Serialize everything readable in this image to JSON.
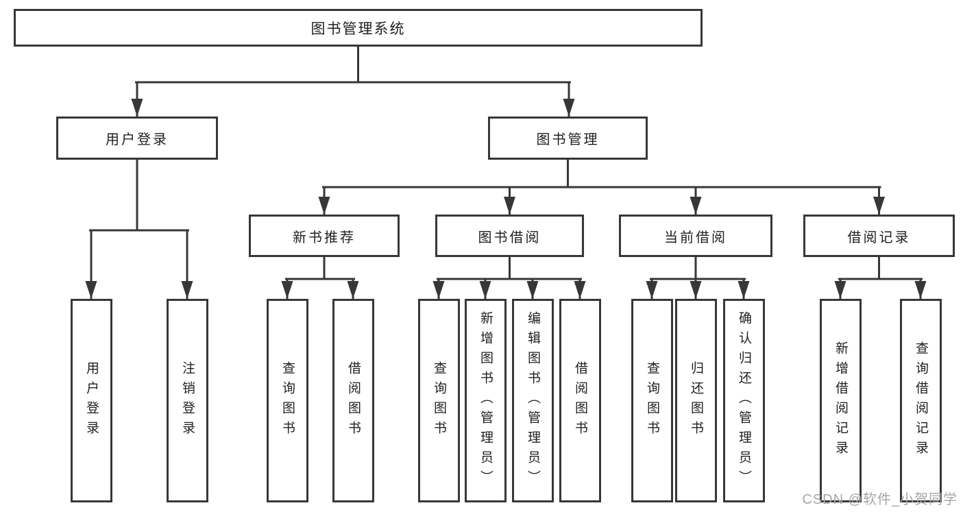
{
  "tree": {
    "label": "图书管理系统",
    "children": [
      {
        "label": "用户登录",
        "children": [
          {
            "label": "用户登录"
          },
          {
            "label": "注销登录"
          }
        ]
      },
      {
        "label": "图书管理",
        "children": [
          {
            "label": "新书推荐",
            "children": [
              {
                "label": "查询图书"
              },
              {
                "label": "借阅图书"
              }
            ]
          },
          {
            "label": "图书借阅",
            "children": [
              {
                "label": "查询图书"
              },
              {
                "label": "新增图书（管理员）"
              },
              {
                "label": "编辑图书（管理员）"
              },
              {
                "label": "借阅图书"
              }
            ]
          },
          {
            "label": "当前借阅",
            "children": [
              {
                "label": "查询图书"
              },
              {
                "label": "归还图书"
              },
              {
                "label": "确认归还（管理员）"
              }
            ]
          },
          {
            "label": "借阅记录",
            "children": [
              {
                "label": "新增借阅记录"
              },
              {
                "label": "查询借阅记录"
              }
            ]
          }
        ]
      }
    ]
  },
  "watermark": {
    "text": "CSDN @软件_小贺同学"
  },
  "colors": {
    "line": "#373737",
    "text": "#1f1f1f",
    "background": "#ffffff",
    "watermark": "#a6a6a6"
  }
}
